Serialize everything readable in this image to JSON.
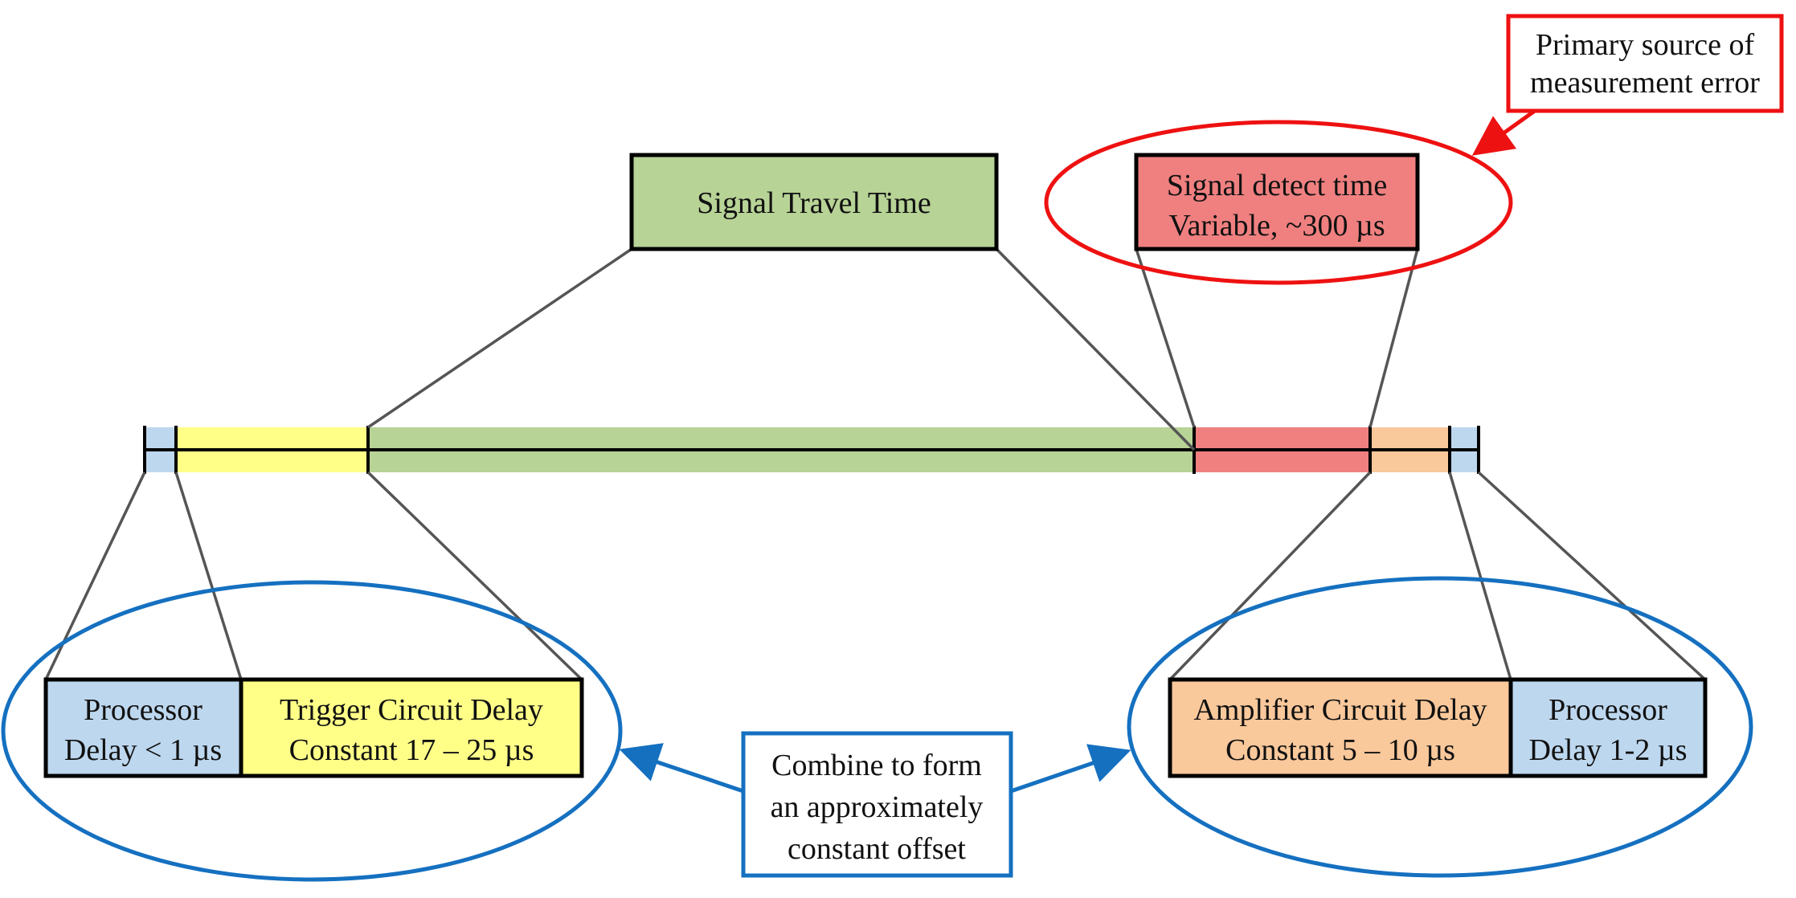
{
  "colors": {
    "blue_fill": "#BDD7EE",
    "yellow_fill": "#FFFF88",
    "green_fill": "#B7D396",
    "red_fill": "#F08080",
    "orange_fill": "#F9C89B",
    "highlight_red": "#EE1111",
    "highlight_blue": "#1570C0",
    "stroke": "#000000",
    "connector": "#555555"
  },
  "boxes": {
    "signal_travel": {
      "line1": "Signal Travel Time"
    },
    "signal_detect": {
      "line1": "Signal detect time",
      "line2": "Variable, ~300 µs"
    },
    "processor_left": {
      "line1": "Processor",
      "line2": "Delay < 1 µs"
    },
    "trigger_delay": {
      "line1": "Trigger Circuit Delay",
      "line2": "Constant  17 – 25 µs"
    },
    "amplifier_delay": {
      "line1": "Amplifier Circuit Delay",
      "line2": "Constant  5 – 10 µs"
    },
    "processor_right": {
      "line1": "Processor",
      "line2": "Delay 1-2 µs"
    }
  },
  "callouts": {
    "error_source": {
      "line1": "Primary source of",
      "line2": "measurement error"
    },
    "combine": {
      "line1": "Combine to form",
      "line2": "an approximately",
      "line3": "constant offset"
    }
  }
}
